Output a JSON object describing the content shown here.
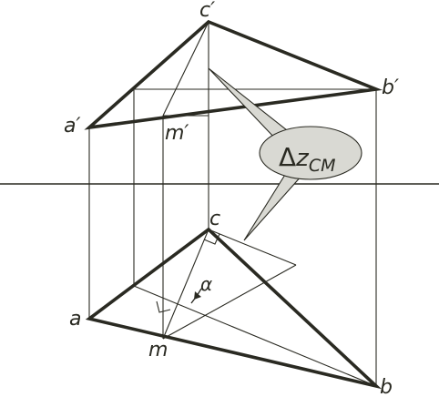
{
  "labels": {
    "c_prime": "c′",
    "b_prime": "b′",
    "a_prime": "a′",
    "m_prime": "m′",
    "c": "c",
    "a": "a",
    "m": "m",
    "b": "b",
    "alpha": "α"
  },
  "callout": {
    "delta": "Δ",
    "z": "z",
    "subscript": "CM"
  },
  "colors": {
    "ink": "#2a2a22",
    "callout_fill": "#d9d9d3",
    "background": "#ffffff"
  }
}
